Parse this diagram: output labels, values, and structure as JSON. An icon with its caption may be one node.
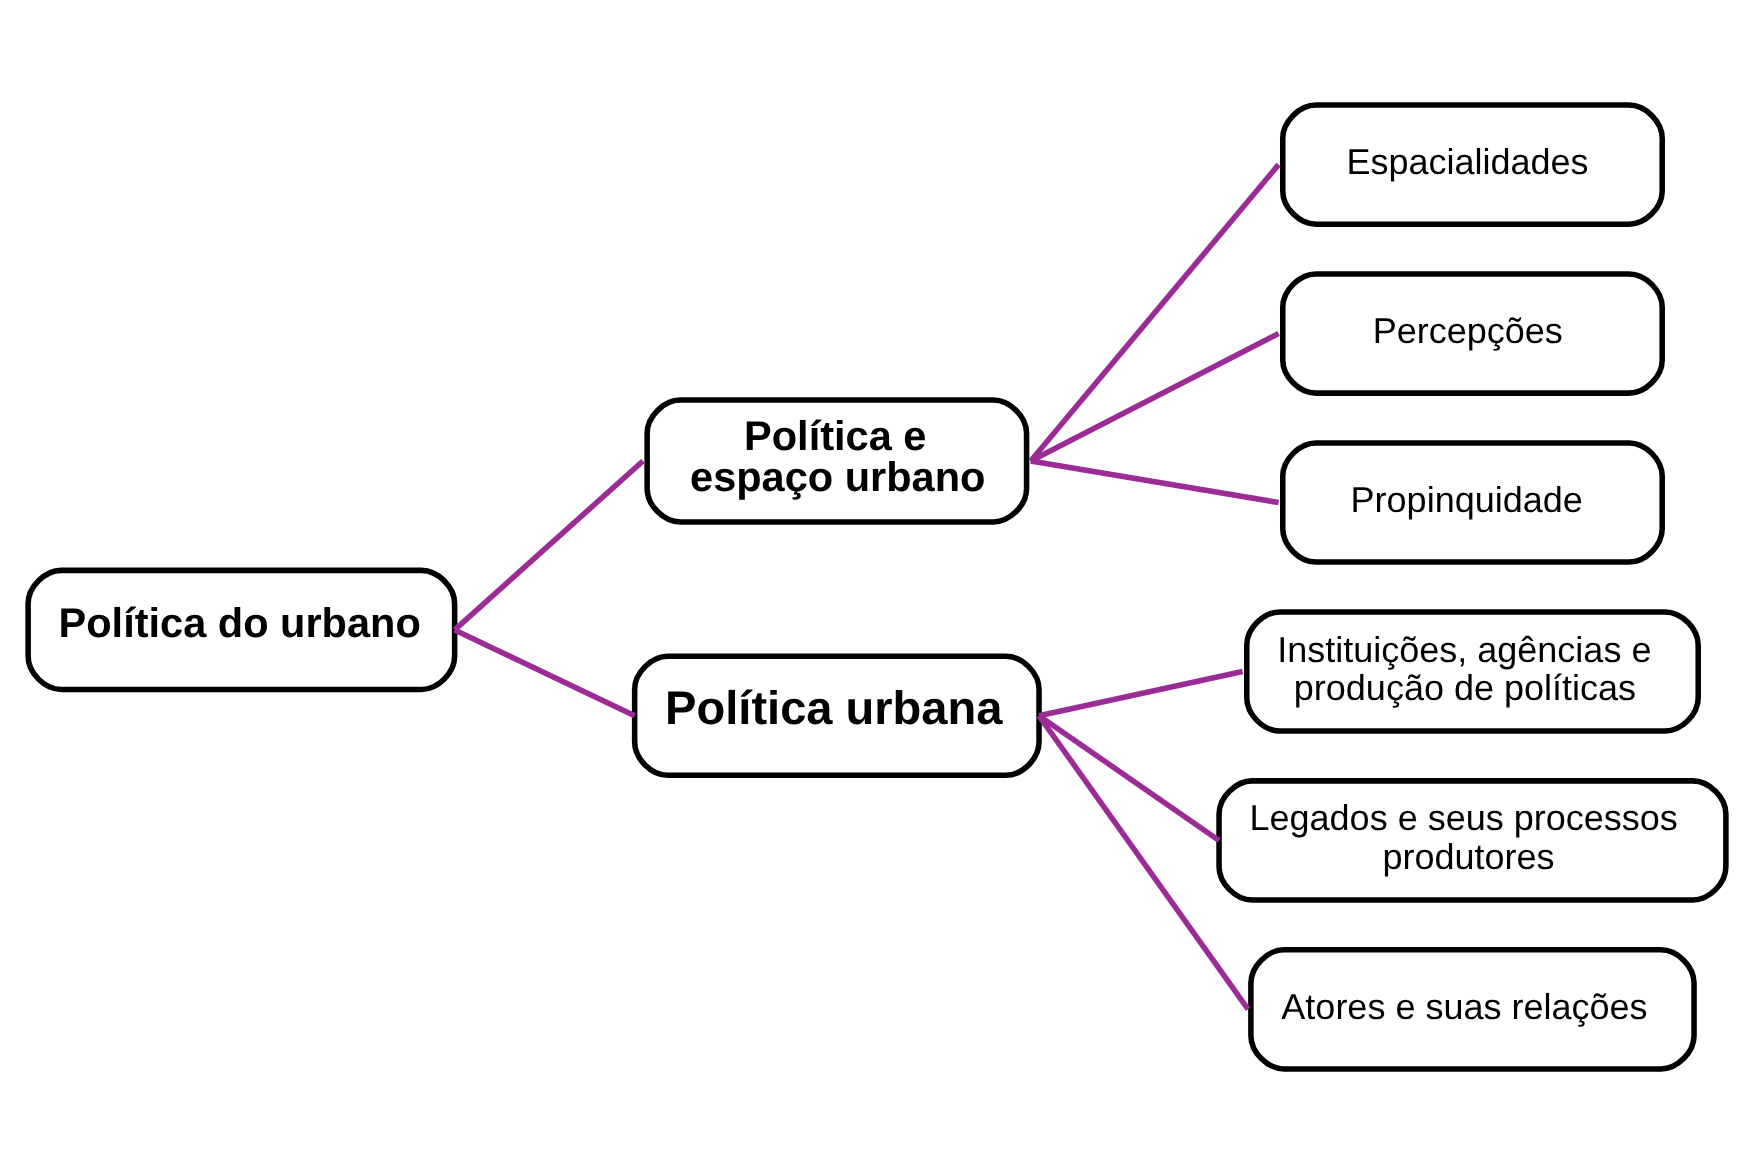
{
  "diagram": {
    "nodes": [
      {
        "text": [
          "Política do urbano"
        ]
      },
      {
        "text": [
          "Política e espaço urbano"
        ]
      },
      {
        "text": [
          "Política urbana"
        ]
      },
      {
        "text": [
          "Espacialidades"
        ]
      },
      {
        "text": [
          "Percepções"
        ]
      },
      {
        "text": [
          "Propinquidade"
        ]
      },
      {
        "text": [
          "Instituições, agências e produção de políticas"
        ]
      },
      {
        "text": [
          "Legados e seus processos produtores"
        ]
      },
      {
        "text": [
          "Atores e suas relações"
        ]
      }
    ],
    "edges": [
      {
        "from": 0,
        "to": 1,
        "arrow": "none"
      },
      {
        "from": 0,
        "to": 2,
        "arrow": "none"
      },
      {
        "from": 1,
        "to": 3,
        "arrow": "none"
      },
      {
        "from": 1,
        "to": 4,
        "arrow": "none"
      },
      {
        "from": 1,
        "to": 5,
        "arrow": "none"
      },
      {
        "from": 2,
        "to": 6,
        "arrow": "none"
      },
      {
        "from": 2,
        "to": 7,
        "arrow": "none"
      },
      {
        "from": 2,
        "to": 8,
        "arrow": "none"
      }
    ]
  }
}
